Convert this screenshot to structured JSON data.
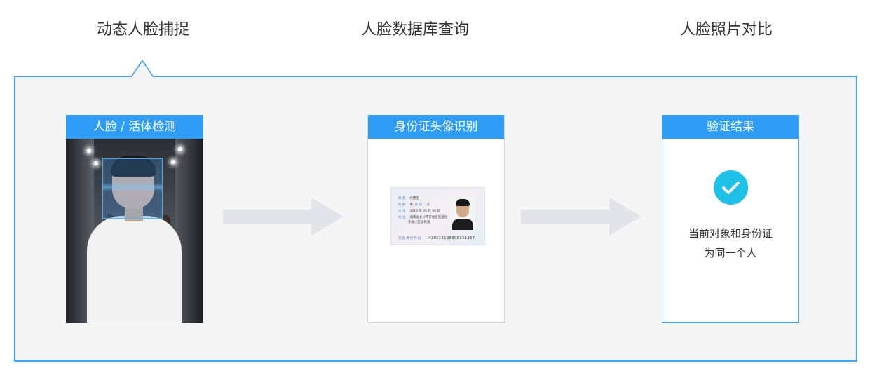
{
  "steps": [
    {
      "label": "动态人脸捕捉"
    },
    {
      "label": "人脸数据库查询"
    },
    {
      "label": "人脸照片对比"
    }
  ],
  "cards": {
    "detection": {
      "title": "人脸 / 活体检测"
    },
    "id_recognition": {
      "title": "身份证头像识别"
    },
    "result": {
      "title": "验证结果",
      "line1": "当前对象和身份证",
      "line2": "为同一个人"
    }
  },
  "id_card": {
    "name_label": "姓 名",
    "name": "代用名",
    "sex_label": "性 别",
    "sex": "男",
    "nation_label": "民 族",
    "nation": "汉",
    "birth_label": "出 生",
    "birth": "2013 年 05 月 06 日",
    "address_label": "住 址",
    "address_1": "湖南省长沙市开福区巡道街",
    "address_2": "幸福小区居民组",
    "number_label": "公民身份号码",
    "number": "430512198908131367"
  },
  "colors": {
    "accent": "#2f9cf5",
    "border": "#4aa1f0",
    "check": "#1ec0e8",
    "panel": "#f5f5f5"
  },
  "icons": {
    "result": "check-circle-icon",
    "flow": "arrow-right-icon"
  }
}
